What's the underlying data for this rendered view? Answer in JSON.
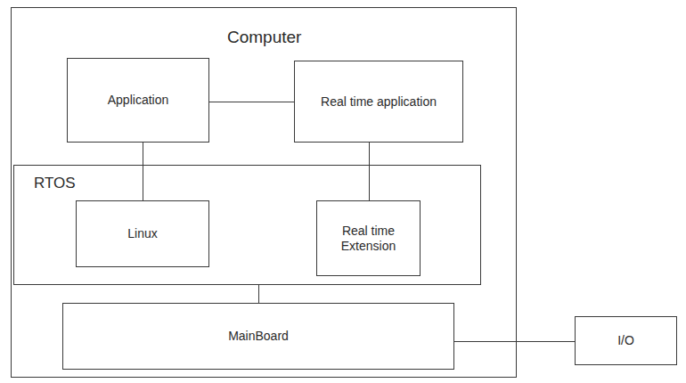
{
  "diagram": {
    "nodes": [
      {
        "text": [
          "Computer"
        ]
      },
      {
        "text": [
          "Application"
        ],
        "in": 0
      },
      {
        "text": [
          "Real time application"
        ],
        "in": 0
      },
      {
        "text": [
          "RTOS"
        ],
        "in": 0
      },
      {
        "text": [
          "Linux"
        ],
        "in": 3
      },
      {
        "text": [
          "Real time Extension"
        ],
        "in": 3
      },
      {
        "text": [
          "MainBoard"
        ],
        "in": 0
      },
      {
        "text": [
          "I/O"
        ]
      }
    ],
    "edges": [
      {
        "from": 1,
        "to": 2,
        "arrow": "none"
      },
      {
        "from": 1,
        "to": 4,
        "arrow": "none"
      },
      {
        "from": 2,
        "to": 5,
        "arrow": "none"
      },
      {
        "from": 3,
        "to": 6,
        "arrow": "none"
      },
      {
        "from": 6,
        "to": 7,
        "arrow": "none"
      }
    ]
  }
}
